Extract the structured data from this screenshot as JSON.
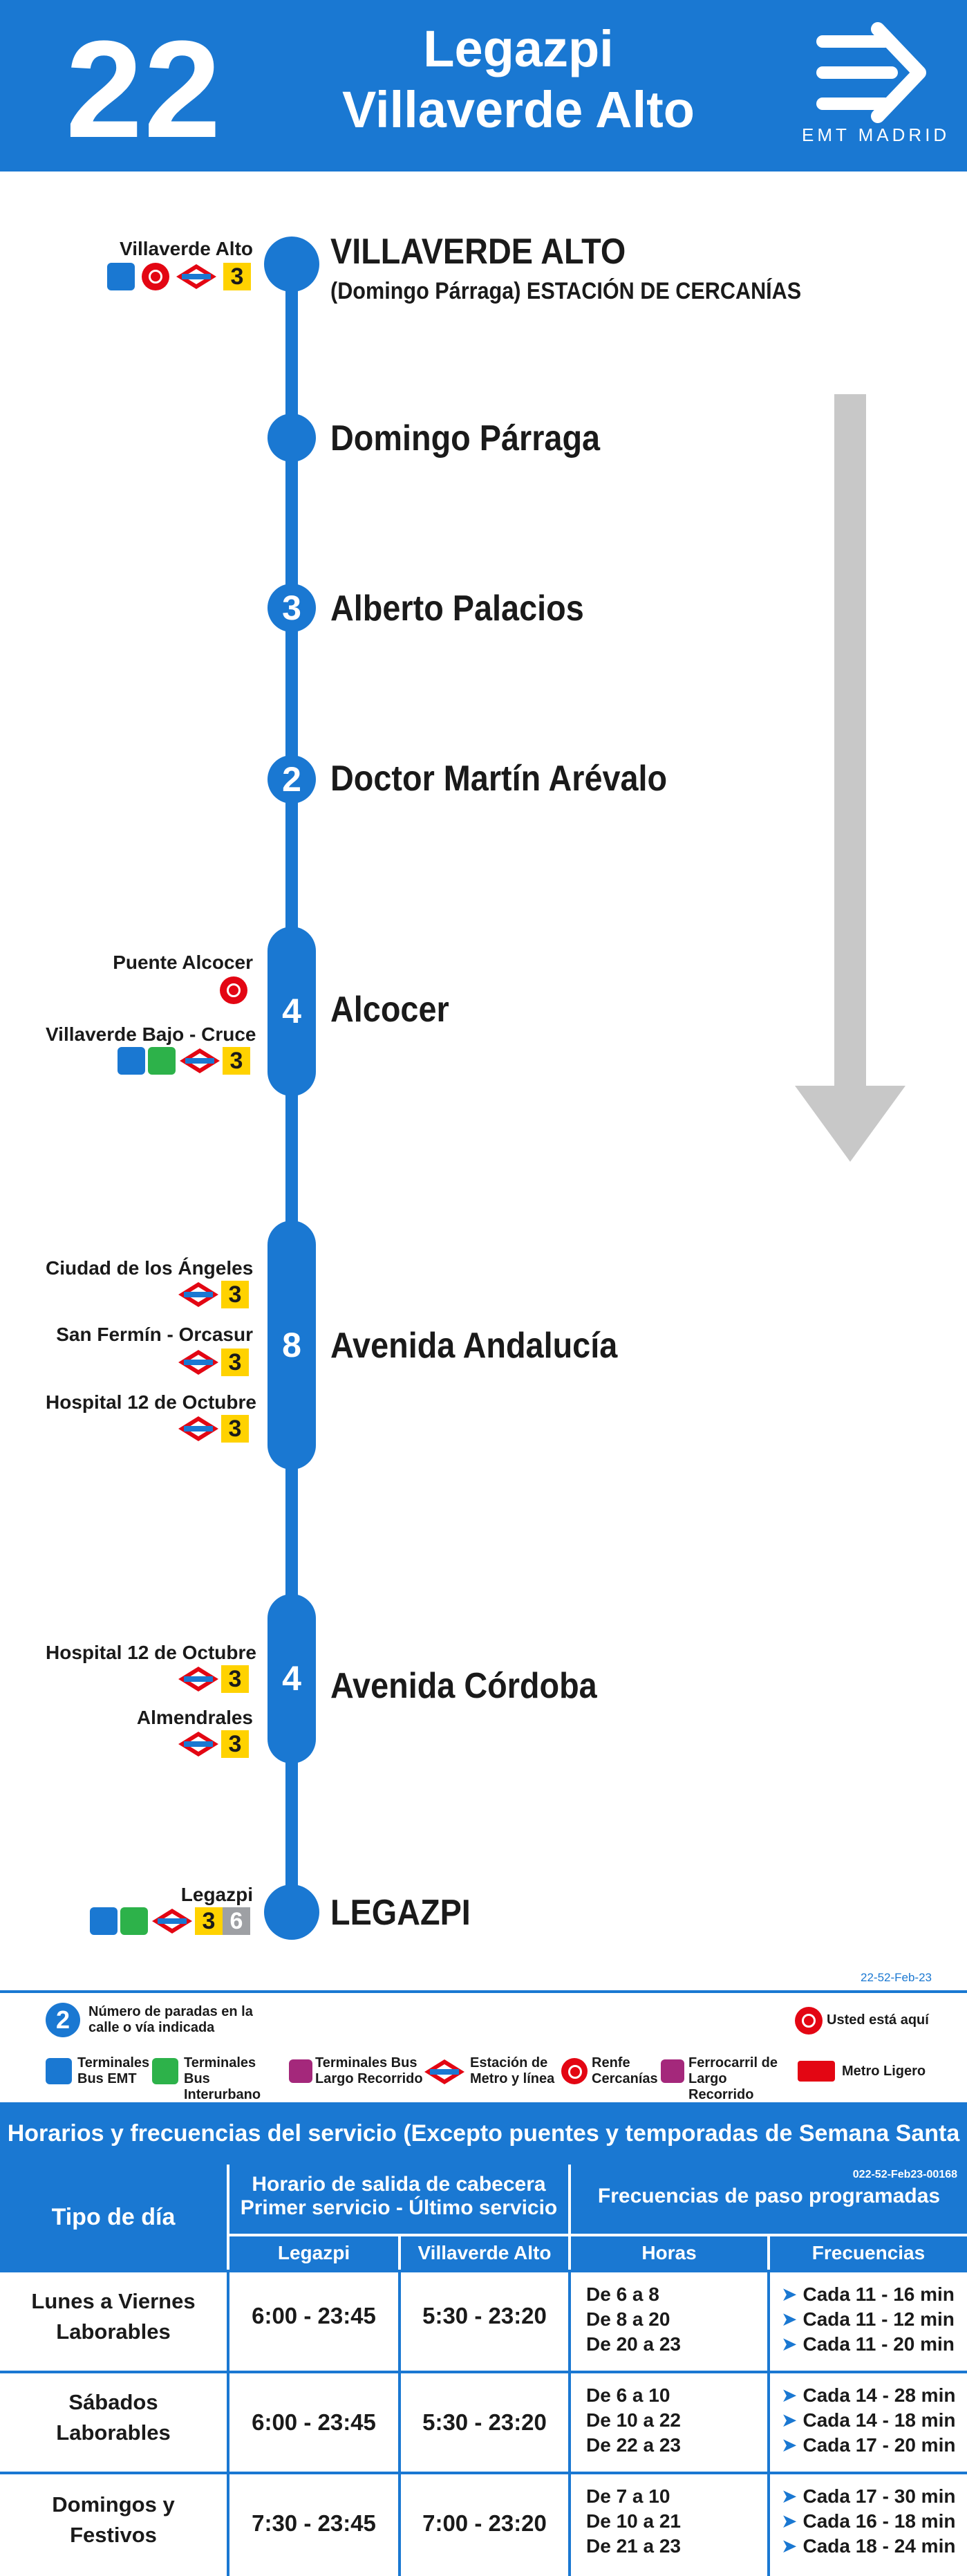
{
  "header": {
    "route_number": "22",
    "title_line1": "Legazpi",
    "title_line2": "Villaverde Alto",
    "brand": "EMT MADRID",
    "color": "#1a78d2"
  },
  "stops": [
    {
      "name": "VILLAVERDE ALTO",
      "sub": "(Domingo Párraga) ESTACIÓN DE CERCANÍAS",
      "badge": ""
    },
    {
      "name": "Domingo Párraga",
      "badge": ""
    },
    {
      "name": "Alberto Palacios",
      "badge": "3"
    },
    {
      "name": "Doctor Martín Arévalo",
      "badge": "2"
    },
    {
      "name": "Alcocer",
      "badge": "4"
    },
    {
      "name": "Avenida Andalucía",
      "badge": "8"
    },
    {
      "name": "Avenida Córdoba",
      "badge": "4"
    },
    {
      "name": "LEGAZPI",
      "badge": ""
    }
  ],
  "connections": {
    "villaverde_alto": "Villaverde Alto",
    "puente_alcocer": "Puente Alcocer",
    "villaverde_bajo": "Villaverde Bajo - Cruce",
    "ciudad_angeles": "Ciudad de los Ángeles",
    "san_fermin": "San Fermín - Orcasur",
    "hospital_12_a": "Hospital 12 de Octubre",
    "hospital_12_b": "Hospital 12 de Octubre",
    "almendrales": "Almendrales",
    "legazpi": "Legazpi",
    "line3": "3",
    "line6": "6"
  },
  "legend": {
    "code": "22-52-Feb-23",
    "badge_sample": "2",
    "paradas": "Número de paradas en la calle o vía indicada",
    "usted": "Usted está aquí",
    "term_emt": "Terminales Bus EMT",
    "term_inter": "Terminales Bus Interurbano",
    "term_largo": "Terminales Bus Largo Recorrido",
    "metro": "Estación de Metro y línea",
    "renfe": "Renfe Cercanías",
    "ferro": "Ferrocarril de Largo Recorrido",
    "ligero": "Metro Ligero"
  },
  "table": {
    "title": "Horarios y frecuencias del servicio (Excepto puentes y temporadas de Semana Santa y Verano)",
    "doc_code": "022-52-Feb23-00168",
    "col_tipo": "Tipo de día",
    "col_horario_1": "Horario de salida de cabecera",
    "col_horario_2": "Primer servicio - Último servicio",
    "col_frec": "Frecuencias de paso programadas",
    "sub_legazpi": "Legazpi",
    "sub_villaverde": "Villaverde Alto",
    "sub_horas": "Horas",
    "sub_frecuencias": "Frecuencias",
    "rows": [
      {
        "tipo1": "Lunes a Viernes",
        "tipo2": "Laborables",
        "legazpi": "6:00 - 23:45",
        "villaverde": "5:30 - 23:20",
        "horas": [
          "De 6 a 8",
          "De 8 a 20",
          "De 20 a 23"
        ],
        "frec": [
          "Cada 11 - 16 min",
          "Cada 11 - 12 min",
          "Cada 11 - 20 min"
        ]
      },
      {
        "tipo1": "Sábados",
        "tipo2": "Laborables",
        "legazpi": "6:00 - 23:45",
        "villaverde": "5:30 - 23:20",
        "horas": [
          "De 6 a 10",
          "De 10 a 22",
          "De 22 a 23"
        ],
        "frec": [
          "Cada 14 - 28 min",
          "Cada 14 - 18 min",
          "Cada 17 - 20 min"
        ]
      },
      {
        "tipo1": "Domingos y",
        "tipo2": "Festivos",
        "legazpi": "7:30 - 23:45",
        "villaverde": "7:00 - 23:20",
        "horas": [
          "De 7 a 10",
          "De 10 a 21",
          "De 21 a 23"
        ],
        "frec": [
          "Cada 17 - 30 min",
          "Cada 16 - 18 min",
          "Cada 18 - 24 min"
        ]
      }
    ]
  }
}
